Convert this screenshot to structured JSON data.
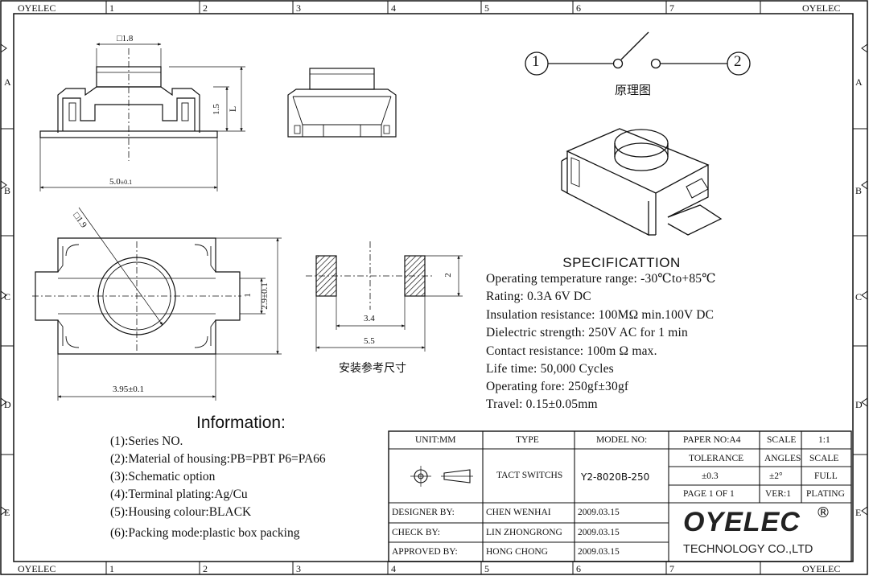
{
  "frame": {
    "corner_label": "OYELEC",
    "columns": [
      "1",
      "2",
      "3",
      "4",
      "5",
      "6",
      "7"
    ],
    "rows": [
      "A",
      "B",
      "C",
      "D",
      "E"
    ]
  },
  "drawings": {
    "dim_1_8": "□1.8",
    "dim_1_5": "1.5",
    "dim_L": "L",
    "dim_5_0": "5.0",
    "dim_5_0_tol": "±0.1",
    "dim_1_9": "□1.9",
    "dim_2_9": "2.9±0.1",
    "dim_1": "1",
    "dim_3_95": "3.95±0.1",
    "dim_2": "2",
    "dim_3_4": "3.4",
    "dim_5_5": "5.5",
    "mount_caption": "安装参考尺寸",
    "schematic_caption": "原理图",
    "terminal_1": "1",
    "terminal_2": "2"
  },
  "specification": {
    "title": "SPECIFICATTION",
    "lines": [
      "Operating temperature range: -30℃to+85℃",
      "Rating: 0.3A  6V DC",
      "Insulation resistance: 100MΩ min.100V DC",
      "Dielectric strength: 250V AC for 1 min",
      "Contact resistance: 100m Ω max.",
      "Life time: 50,000 Cycles",
      "Operating fore: 250gf±30gf",
      "Travel: 0.15±0.05mm"
    ]
  },
  "information": {
    "title": "Information:",
    "lines": [
      "(1):Series NO.",
      "(2):Material of housing:PB=PBT P6=PA66",
      "(3):Schematic option",
      "(4):Terminal plating:Ag/Cu",
      "(5):Housing colour:BLACK",
      "(6):Packing mode:plastic box packing"
    ]
  },
  "title_block": {
    "unit": "UNIT:MM",
    "type_label": "TYPE",
    "model_label": "MODEL NO:",
    "paper": "PAPER NO:A4",
    "scale_label": "SCALE",
    "scale_value": "1:1",
    "tolerance_label": "TOLERANCE",
    "angles_label": "ANGLES",
    "scale_label2": "SCALE",
    "type_value": "TACT SWITCHS",
    "model_value": "Y2-8020B-250",
    "tolerance_value": "±0.3",
    "angles_value": "±2°",
    "full": "FULL",
    "page": "PAGE 1 OF 1",
    "ver": "VER:1",
    "plating": "PLATING",
    "designer_label": "DESIGNER BY:",
    "designer_name": "CHEN WENHAI",
    "designer_date": "2009.03.15",
    "check_label": "CHECK BY:",
    "check_name": "LIN ZHONGRONG",
    "check_date": "2009.03.15",
    "approved_label": "APPROVED BY:",
    "approved_name": "HONG CHONG",
    "approved_date": "2009.03.15",
    "brand": "OYELEC",
    "registered": "®",
    "company": "TECHNOLOGY CO.,LTD"
  }
}
